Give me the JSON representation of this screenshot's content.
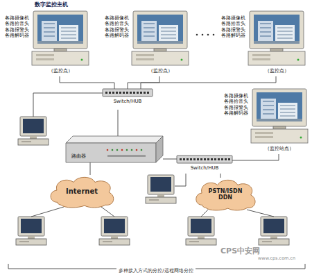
{
  "diagram": {
    "caption": "多种接入方式的分控/远程网络分控",
    "nodes": [
      {
        "text": [
          "各路摄像机 各路拾音头 各路报警头 各路解码器",
          "（监控点）"
        ]
      },
      {
        "text": [
          "各路摄像机 各路拾音头 各路报警头 各路解码器",
          "（监控点）"
        ]
      },
      {
        "text": [
          "各路摄像机 各路拾音头 各路报警头 各路解码器",
          "（监控点）"
        ]
      },
      {
        "text": [
          "Switch/HUB"
        ]
      },
      {
        "text": [
          "各路摄像机 各路拾音头 各路报警头 各路解码器",
          "（监控站点）"
        ]
      },
      {
        "text": [
          "路由器"
        ]
      },
      {
        "text": [
          "Switch/HUB"
        ]
      },
      {
        "text": [
          "Internet"
        ]
      },
      {
        "text": [
          "PSTN/ISDN DDN"
        ]
      }
    ],
    "edges": [
      {
        "from": 0,
        "to": 3,
        "arrow": "none"
      },
      {
        "from": 1,
        "to": 3,
        "arrow": "none"
      },
      {
        "from": 2,
        "to": 3,
        "arrow": "none"
      },
      {
        "from": 3,
        "to": 5,
        "arrow": "none"
      },
      {
        "from": 5,
        "to": 6,
        "arrow": "none"
      },
      {
        "from": 4,
        "to": 6,
        "arrow": "none"
      },
      {
        "from": 5,
        "to": 7,
        "arrow": "none"
      },
      {
        "from": 6,
        "to": 8,
        "arrow": "none"
      }
    ],
    "labels": [
      "数字监控主机",
      "CPS中安网",
      "www.cps.com.cn"
    ]
  }
}
